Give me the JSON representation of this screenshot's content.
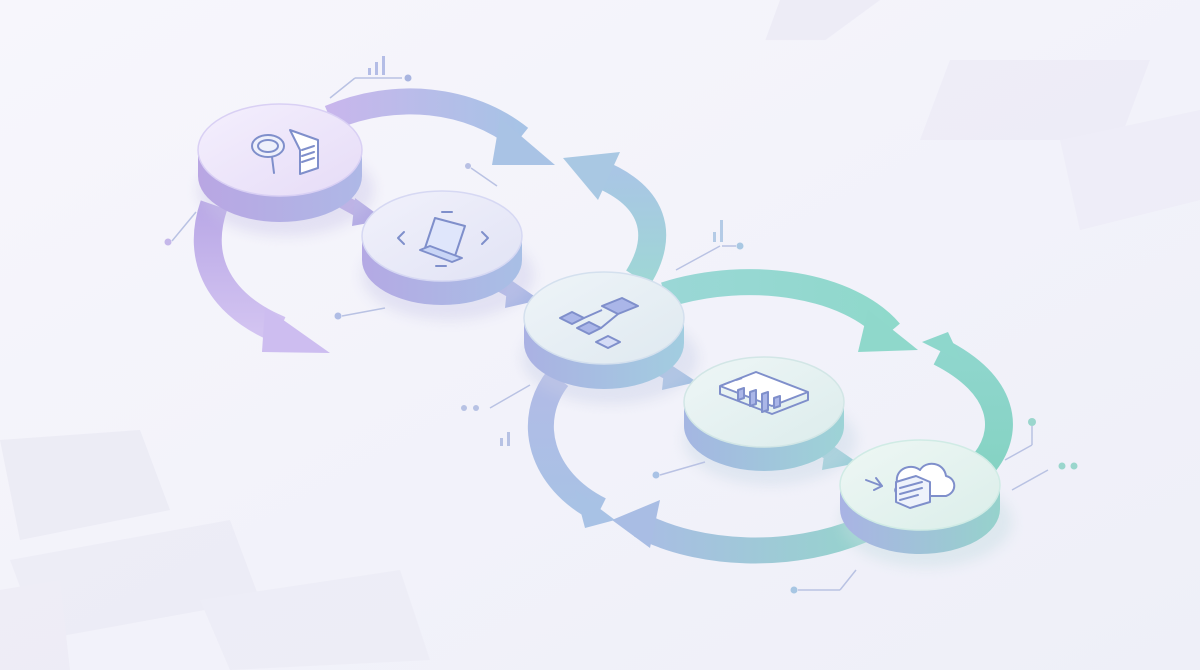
{
  "diagram": {
    "type": "isometric-process-flow",
    "node_count": 5,
    "nodes": [
      {
        "id": "research",
        "icon": "magnifier-document-icon"
      },
      {
        "id": "design",
        "icon": "laptop-icon"
      },
      {
        "id": "organize",
        "icon": "blocks-hierarchy-icon"
      },
      {
        "id": "analyze",
        "icon": "bar-chart-window-icon"
      },
      {
        "id": "deploy",
        "icon": "cloud-document-icon"
      }
    ],
    "colors": {
      "background": "#f4f4fa",
      "purple": "#c4b4ea",
      "blue": "#a8c0e4",
      "teal": "#8fd8cf",
      "node_rim": "#b5bde6",
      "icon_stroke": "#7f8fcb",
      "connector": "#b9c2e3"
    }
  }
}
